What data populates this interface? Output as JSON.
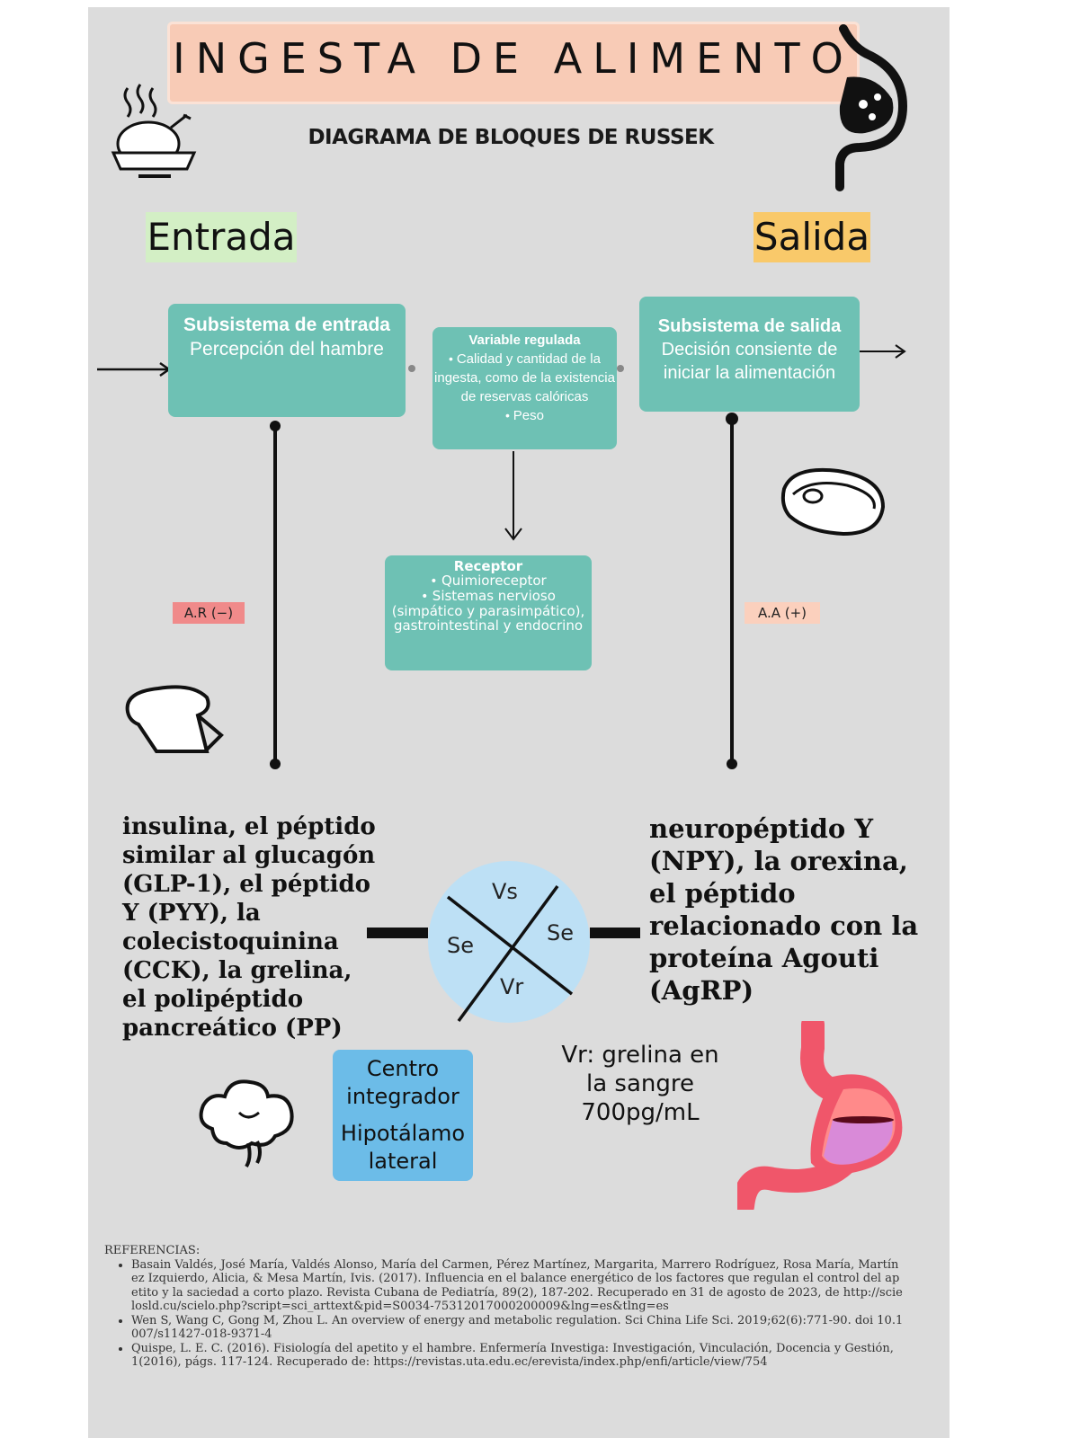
{
  "header": {
    "title": "INGESTA DE ALIMENTO",
    "subtitle": "DIAGRAMA DE BLOQUES DE RUSSEK"
  },
  "labels": {
    "entrada": "Entrada",
    "salida": "Salida"
  },
  "blocks": {
    "entrada": {
      "title": "Subsistema de entrada",
      "body": "Percepción del hambre"
    },
    "variable": {
      "title": "Variable regulada",
      "items": [
        "Calidad y cantidad de la ingesta, como de la existencia de reservas calóricas",
        "Peso"
      ]
    },
    "salida": {
      "title": "Subsistema de salida",
      "body": "Decisión consiente de iniciar la alimentación"
    },
    "receptor": {
      "title": "Receptor",
      "items": [
        "Quimioreceptor",
        "Sistemas nervioso (simpático y parasimpático), gastrointestinal y endocrino"
      ]
    }
  },
  "tags": {
    "ar": "A.R (−)",
    "aa": "A.A (+)"
  },
  "circle": {
    "top": "Vs",
    "left": "Se",
    "right": "Se",
    "bottom": "Vr"
  },
  "text_left": "insulina, el péptido similar al glucagón (GLP-1), el péptido Y (PYY), la colecistoquinina (CCK), la grelina, el polipéptido pancreático (PP)",
  "text_right": "neuropéptido Y (NPY), la orexina, el péptido relacionado con la proteína Agouti (AgRP)",
  "vr_note": "Vr: grelina en la sangre 700pg/mL",
  "centro": {
    "line1": "Centro integrador",
    "line2": "Hipotálamo lateral"
  },
  "references": {
    "heading": "REFERENCIAS:",
    "items": [
      "Basain Valdés, José María, Valdés Alonso, María del Carmen, Pérez Martínez, Margarita, Marrero Rodríguez, Rosa María, Martínez Izquierdo, Alicia, & Mesa Martín, Ivis. (2017). Influencia en el balance energético de los factores que regulan el control del apetito y la saciedad a corto plazo. Revista Cubana de Pediatría, 89(2), 187-202. Recuperado en 31 de agosto de 2023, de http://scielosld.cu/scielo.php?script=sci_arttext&pid=S0034-75312017000200009&lng=es&tlng=es",
      "Wen S, Wang C, Gong M, Zhou L. An overview of energy and metabolic regulation. Sci China Life Sci. 2019;62(6):771-90. doi 10.1007/s11427-018-9371-4",
      "Quispe, L. E. C. (2016). Fisiología del apetito y el hambre. Enfermería Investiga: Investigación, Vinculación, Docencia y Gestión, 1(2016), págs. 117-124. Recuperado de: https://revistas.uta.edu.ec/erevista/index.php/enfi/article/view/754"
    ]
  },
  "colors": {
    "teal": "#6ec1b4",
    "title_bg": "#f8cbb6",
    "entrada_bg": "#d3efc5",
    "salida_bg": "#f9c96a",
    "circle": "#bde0f5",
    "centro": "#6cbce8",
    "ar_tag": "#f08a8a",
    "aa_tag": "#fbd0bd"
  },
  "icons": [
    "roast-chicken-icon",
    "stomach-icon",
    "steak-icon",
    "bread-icon",
    "brain-icon",
    "stomach-illustration-icon"
  ]
}
